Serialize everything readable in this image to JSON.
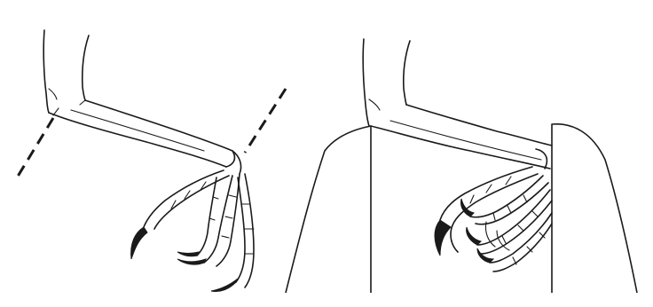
{
  "figure": {
    "panels": [
      {
        "id": "left",
        "subject": "bird-foot-with-cut-lines"
      },
      {
        "id": "right",
        "subject": "bird-foot-between-boards"
      }
    ],
    "colors": {
      "ink": "#1a1a1a",
      "background": "#ffffff"
    }
  }
}
